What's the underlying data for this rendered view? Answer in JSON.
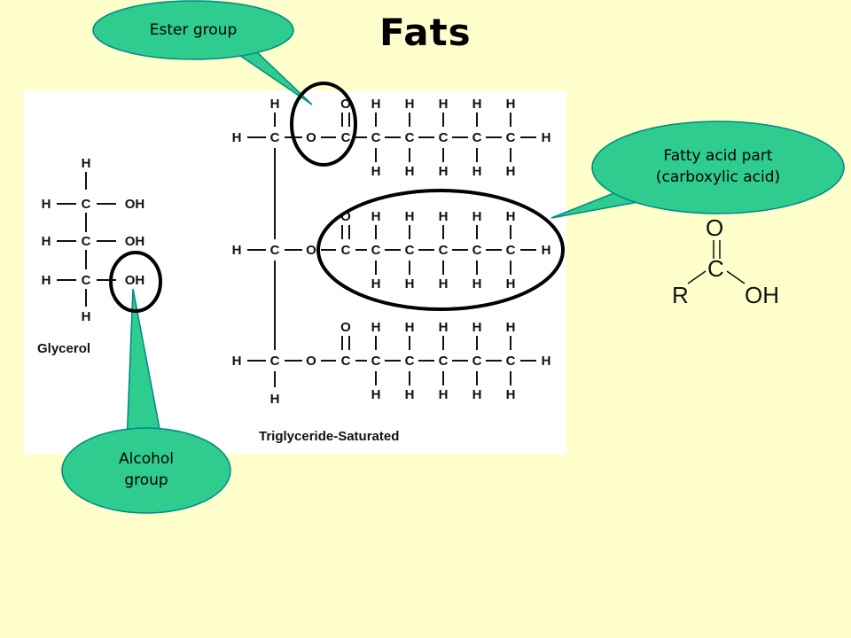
{
  "slide": {
    "title": "Fats",
    "background": "#ffffcc",
    "callout_color": "#2ecc8f"
  },
  "callouts": {
    "ester": "Ester group",
    "fatty_acid": "Fatty acid part\n(carboxylic acid)",
    "alcohol": "Alcohol\ngroup"
  },
  "diagram": {
    "glycerol_label": "Glycerol",
    "triglyceride_label": "Triglyceride-Saturated",
    "atoms": {
      "H": "H",
      "C": "C",
      "O": "O",
      "OH": "OH"
    }
  },
  "rcooh": {
    "O": "O",
    "C": "C",
    "R": "R",
    "OH": "OH"
  }
}
